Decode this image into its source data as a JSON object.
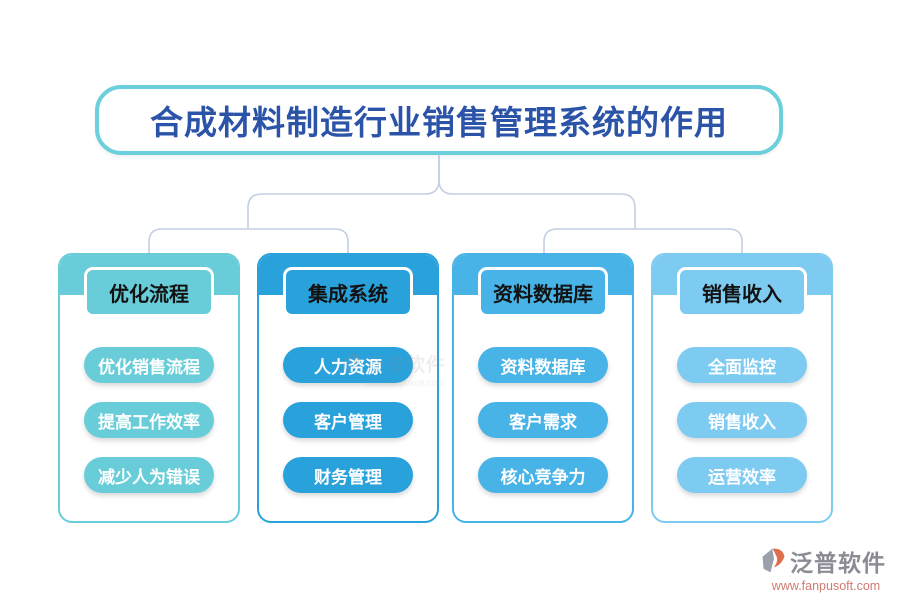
{
  "title": "合成材料制造行业销售管理系统的作用",
  "branches": [
    {
      "header": "优化流程",
      "color": "#68cdd8",
      "items": [
        "优化销售流程",
        "提高工作效率",
        "减少人为错误"
      ]
    },
    {
      "header": "集成系统",
      "color": "#29a2dc",
      "items": [
        "人力资源",
        "客户管理",
        "财务管理"
      ]
    },
    {
      "header": "资料数据库",
      "color": "#47b3e6",
      "items": [
        "资料数据库",
        "客户需求",
        "核心竞争力"
      ]
    },
    {
      "header": "销售收入",
      "color": "#7ecbf2",
      "items": [
        "全面监控",
        "销售收入",
        "运营效率"
      ]
    }
  ],
  "watermark": {
    "brand": "泛普软件",
    "url": "www.fanpusoft.com"
  },
  "colors": {
    "canvas_bg": "#ffffff",
    "title_text": "#2b53a7",
    "title_border": "#6bd0dc",
    "connector": "#c3cfe3",
    "header_text": "#121212",
    "item_text": "#ffffff",
    "wm_brand": "#8b8b95",
    "wm_url": "#cd7b72",
    "logo_gray": "#9aa0ac",
    "logo_orange": "#dd6f4c"
  }
}
